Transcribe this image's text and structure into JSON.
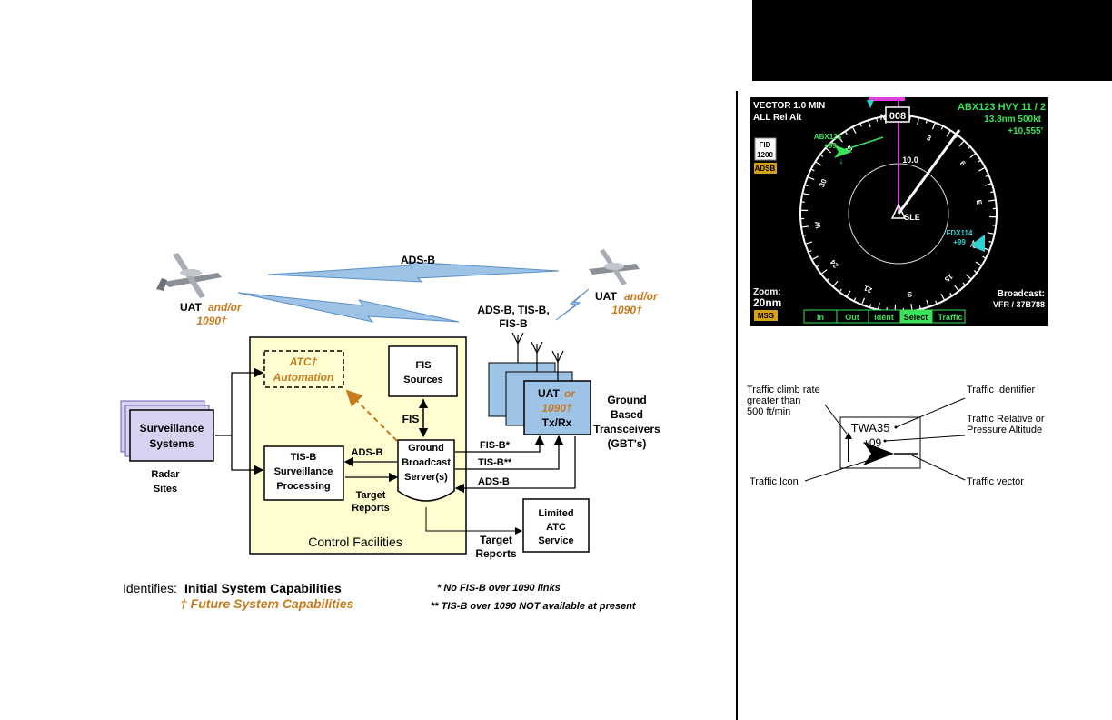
{
  "diagram": {
    "ads_b_link": "ADS-B",
    "aircraft_left": {
      "line1_a": "UAT",
      "line1_b": "and/or",
      "line2": "1090†"
    },
    "aircraft_right": {
      "line1_a": "UAT",
      "line1_b": "and/or",
      "line2": "1090†"
    },
    "uplink_label": {
      "line1": "ADS-B, TIS-B,",
      "line2": "FIS-B"
    },
    "atc_automation": {
      "line1": "ATC†",
      "line2": "Automation"
    },
    "fis_sources": {
      "line1": "FIS",
      "line2": "Sources"
    },
    "fis": "FIS",
    "ground_server": {
      "line1": "Ground",
      "line2": "Broadcast",
      "line3": "Server(s)"
    },
    "tisb_processing": {
      "line1": "TIS-B",
      "line2": "Surveillance",
      "line3": "Processing"
    },
    "adsb_arrow": "ADS-B",
    "target_reports_1": {
      "line1": "Target",
      "line2": "Reports"
    },
    "target_reports_2": {
      "line1": "Target",
      "line2": "Reports"
    },
    "surveillance_systems": {
      "line1": "Surveillance",
      "line2": "Systems"
    },
    "radar_sites": {
      "line1": "Radar",
      "line2": "Sites"
    },
    "control_facilities": "Control Facilities",
    "uat_box": {
      "line1_a": "UAT",
      "line1_b": "or",
      "line2": "1090†",
      "line3": "Tx/Rx"
    },
    "gbt": {
      "line1": "Ground",
      "line2": "Based",
      "line3": "Transceivers",
      "line4": "(GBT's)"
    },
    "fisb_star": "FIS-B*",
    "tisb_star": "TIS-B**",
    "adsb_return": "ADS-B",
    "limited_atc": {
      "line1": "Limited",
      "line2": "ATC",
      "line3": "Service"
    },
    "legend": {
      "identifies": "Identifies:",
      "initial": "Initial System Capabilities",
      "future": "† Future System Capabilities",
      "note1": "* No FIS-B over 1090 links",
      "note2": "** TIS-B over 1090 NOT available at present"
    }
  },
  "display": {
    "top_left_line1": "VECTOR 1.0 MIN",
    "top_left_line2": "ALL Rel Alt",
    "heading": "008",
    "north": "N",
    "target_id": "ABX123 HVY 11 / 2",
    "target_line2": "13.8nm 500kt",
    "target_line3": "+10,555'",
    "fid": "FID",
    "code": "1200",
    "adsb_badge": "ADSB",
    "ring_range": "10.0",
    "own_ship": "SLE",
    "left_traffic_id": "ABX123",
    "left_traffic_alt": "+99",
    "right_traffic_id": "FDX114",
    "right_traffic_alt": "+99",
    "zoom_label": "Zoom:",
    "zoom_value": "20nm",
    "msg_badge": "MSG",
    "broadcast_label": "Broadcast:",
    "broadcast_value": "VFR / 37B788",
    "softkeys": [
      "In",
      "Out",
      "Ident",
      "Select",
      "Traffic"
    ],
    "compass_labels": [
      "3",
      "6",
      "E",
      "12",
      "15",
      "S",
      "21",
      "24",
      "W",
      "30",
      "33"
    ]
  },
  "legend_symbol": {
    "climb_rate": {
      "line1": "Traffic climb rate",
      "line2": "greater than",
      "line3": "500 ft/min"
    },
    "identifier_label": "Traffic Identifier",
    "relative_alt": {
      "line1": "Traffic Relative or",
      "line2": "Pressure Altitude"
    },
    "icon_label": "Traffic Icon",
    "vector_label": "Traffic vector",
    "sample_id": "TWA35",
    "sample_alt": "+09"
  }
}
